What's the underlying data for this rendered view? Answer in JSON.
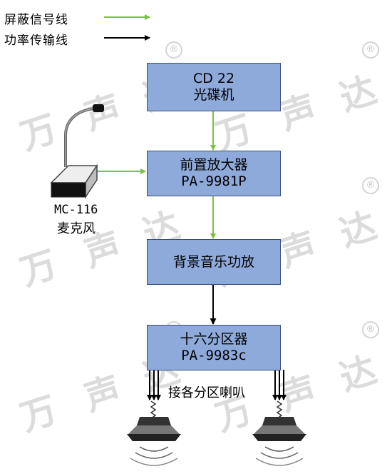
{
  "legend": {
    "shielded_line": "屏蔽信号线",
    "power_line": "功率传输线",
    "shielded_color": "#7cc23f",
    "power_color": "#000000"
  },
  "watermark": {
    "chars": [
      "万",
      "声",
      "达"
    ],
    "registered": "®"
  },
  "nodes": {
    "cd": {
      "line1": "CD 22",
      "line2": "光碟机"
    },
    "preamp": {
      "line1": "前置放大器",
      "line2": "PA-9981P"
    },
    "power_amp": {
      "line1": "背景音乐功放"
    },
    "zoner": {
      "line1": "十六分区器",
      "line2": "PA-9983c"
    }
  },
  "microphone": {
    "line1": "MC-116",
    "line2": "麦克风"
  },
  "speakers_label": "接各分区喇叭",
  "colors": {
    "box_fill": "#8eaadb",
    "box_border": "#3c4f7a"
  }
}
